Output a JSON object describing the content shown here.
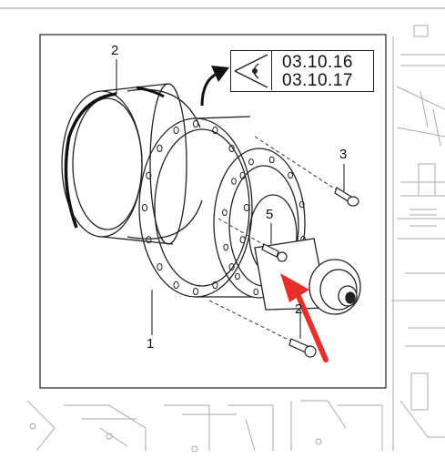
{
  "reference": {
    "codes": [
      "03.10.16",
      "03.10.17"
    ],
    "icon": "eye-view-icon"
  },
  "callouts": {
    "label_1": "1",
    "label_2_top": "2",
    "label_2_bottom": "2",
    "label_3": "3",
    "label_5": "5"
  },
  "colors": {
    "line": "#222222",
    "arrow_highlight": "#e8302a",
    "background": "#ffffff"
  }
}
